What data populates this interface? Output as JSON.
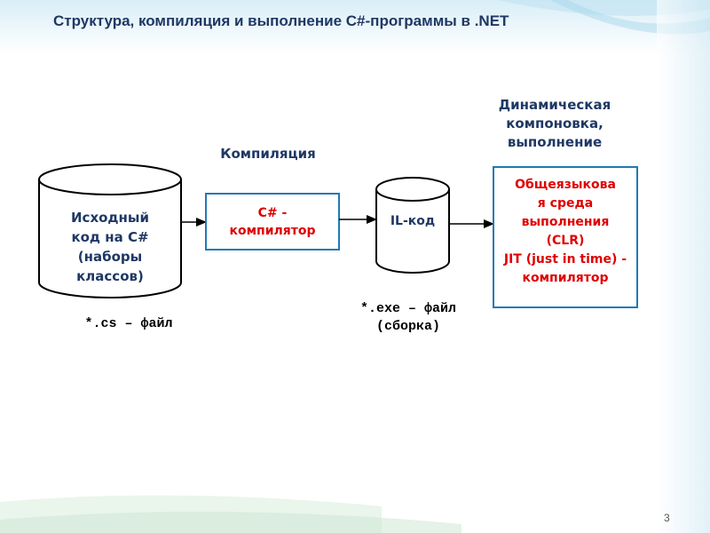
{
  "title": "Структура,  компиляция и выполнение C#-программы в .NET",
  "labels": {
    "compilation": "Компиляция",
    "dynamic": [
      "Динамическая",
      "компоновка,",
      "выполнение"
    ]
  },
  "source": {
    "lines": [
      "Исходный",
      "код  на C#",
      "(наборы",
      "классов)"
    ],
    "file": "*.cs – файл"
  },
  "compiler": {
    "lines": [
      "C# -",
      "компилятор"
    ]
  },
  "il": {
    "label": "IL-код",
    "file": [
      "*.exe – файл",
      "(сборка)"
    ]
  },
  "clr": {
    "lines": [
      "Общеязыкова",
      "я среда",
      "выполнения",
      "(CLR)",
      "JIT (just in time) -",
      "компилятор"
    ]
  },
  "page_number": "3",
  "colors": {
    "title": "#1f3864",
    "accent_red": "#e00000",
    "box_border": "#1f7ab3"
  }
}
